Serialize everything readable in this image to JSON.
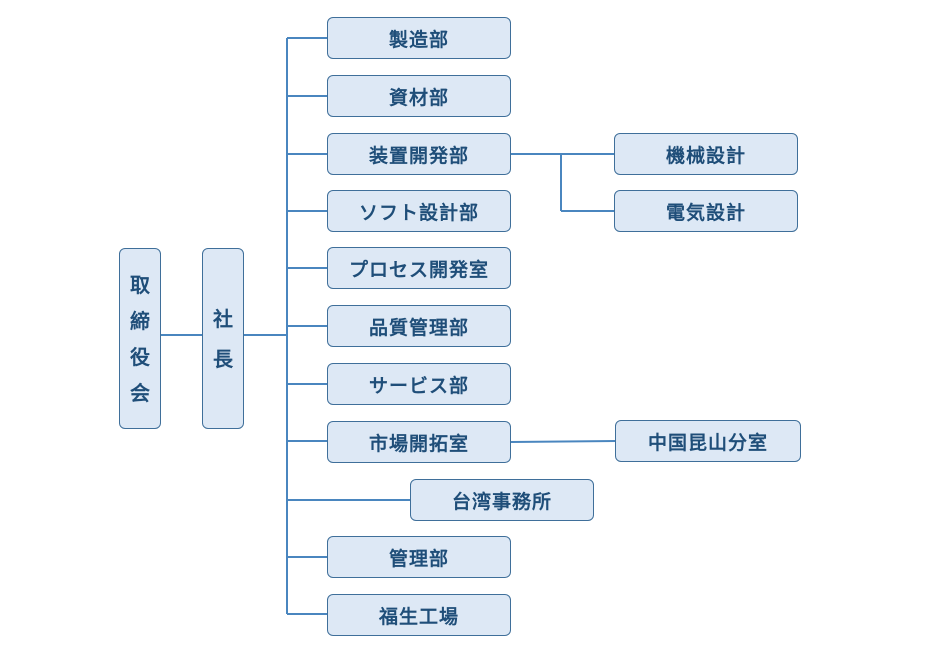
{
  "board": {
    "chars": [
      "取",
      "締",
      "役",
      "会"
    ]
  },
  "president": {
    "chars": [
      "社",
      "長"
    ]
  },
  "departments": [
    {
      "label": "製造部"
    },
    {
      "label": "資材部"
    },
    {
      "label": "装置開発部"
    },
    {
      "label": "ソフト設計部"
    },
    {
      "label": "プロセス開発室"
    },
    {
      "label": "品質管理部"
    },
    {
      "label": "サービス部"
    },
    {
      "label": "市場開拓室"
    },
    {
      "label": "台湾事務所"
    },
    {
      "label": "管理部"
    },
    {
      "label": "福生工場"
    }
  ],
  "sub_units": {
    "mechanical_design": "機械設計",
    "electrical_design": "電気設計",
    "china_kunshan_branch": "中国昆山分室"
  },
  "colors": {
    "box_fill": "#dde8f5",
    "box_border": "#3f6f9a",
    "text": "#1f4e79",
    "connector": "#4a86bf"
  }
}
